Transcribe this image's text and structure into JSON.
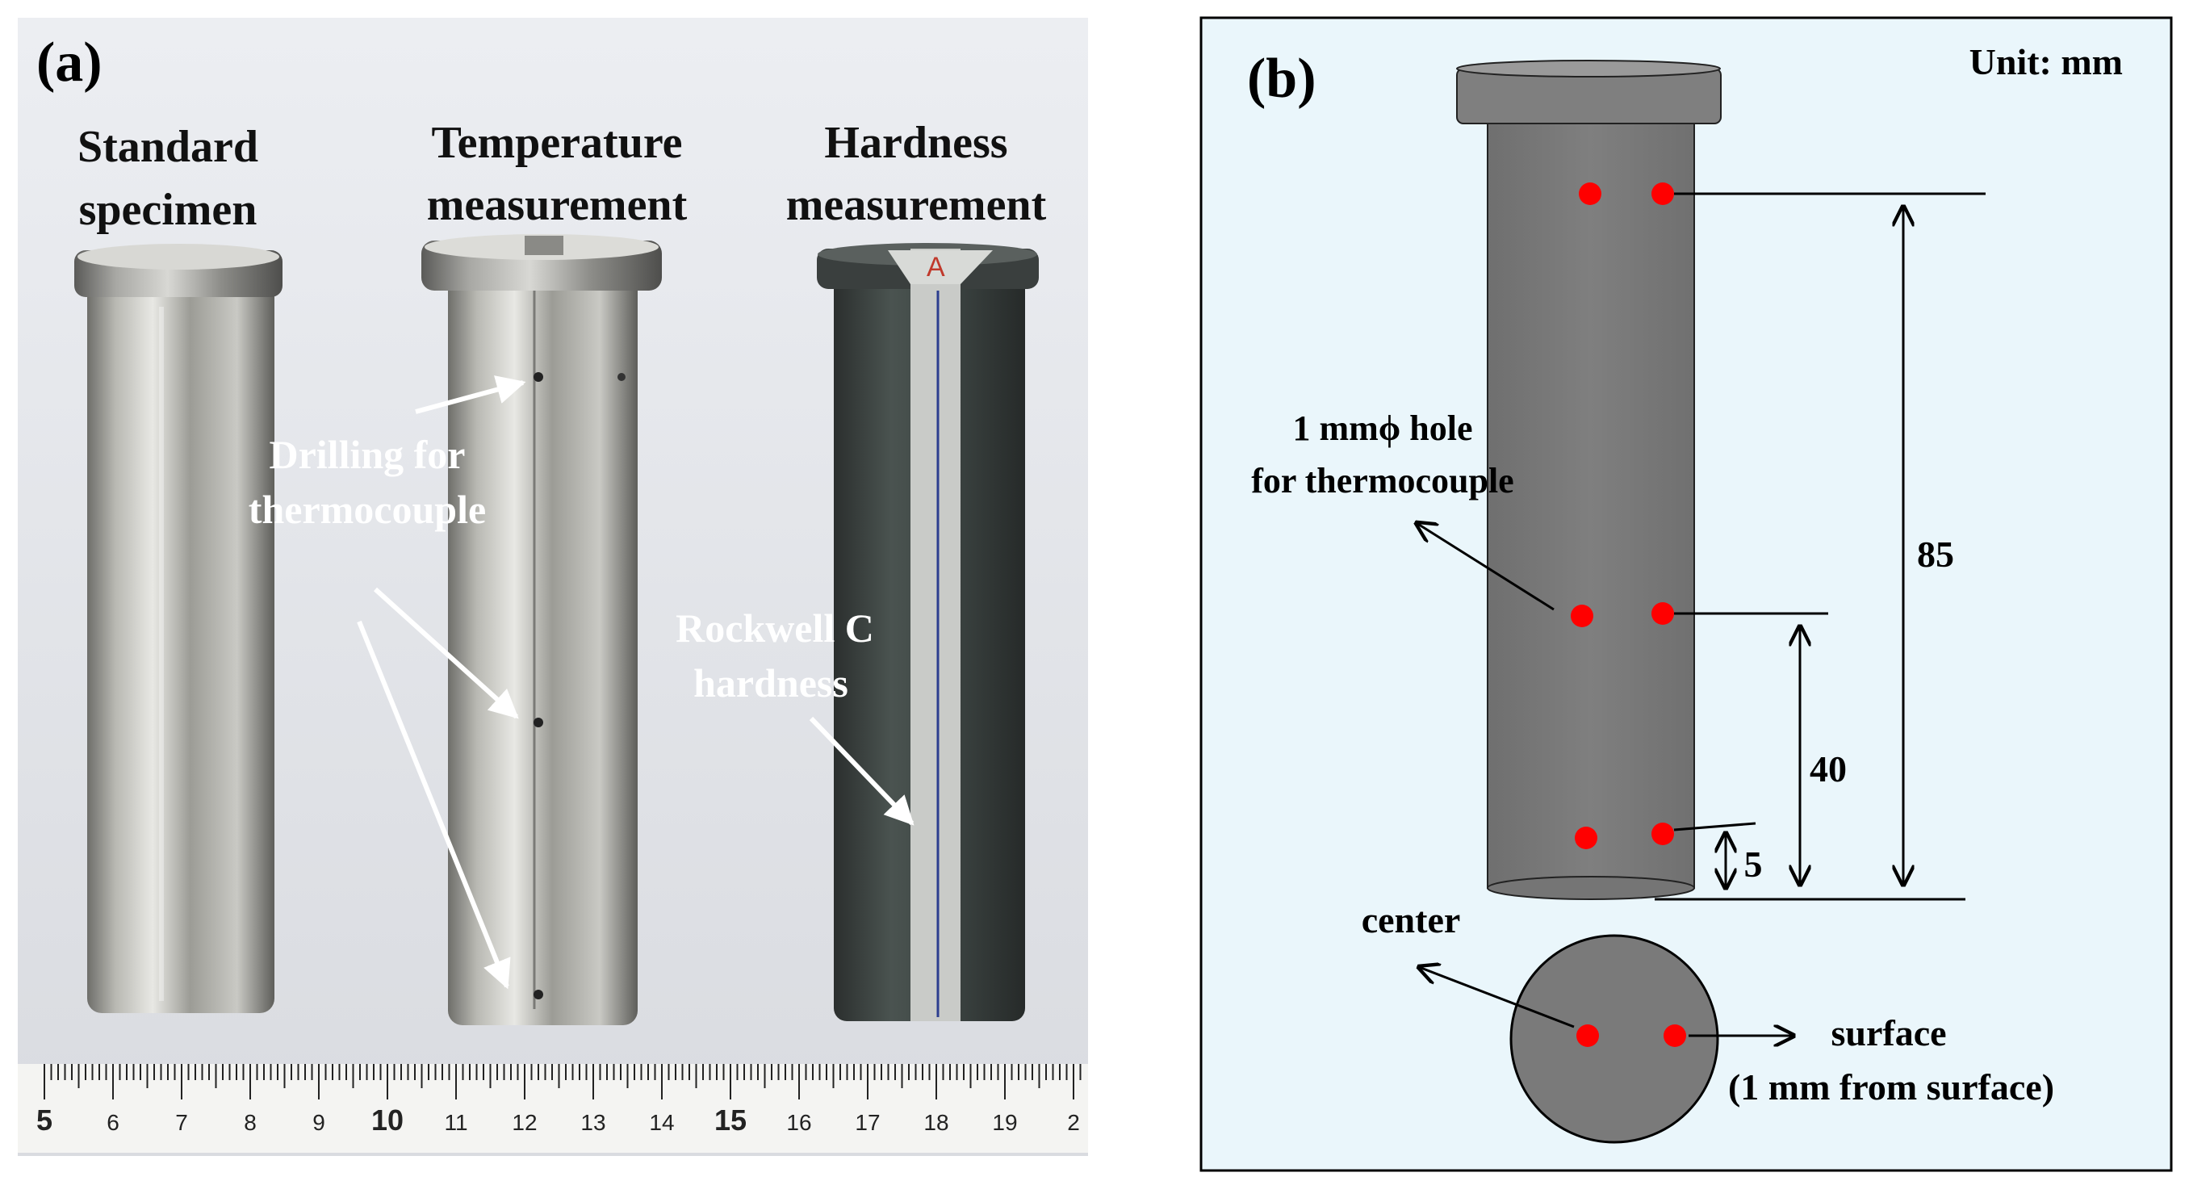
{
  "panel_a": {
    "tag": "(a)",
    "specimens": [
      {
        "line1": "Standard",
        "line2": "specimen"
      },
      {
        "line1": "Temperature",
        "line2": "measurement"
      },
      {
        "line1": "Hardness",
        "line2": "measurement"
      }
    ],
    "annotations": {
      "drilling_line1": "Drilling for",
      "drilling_line2": "thermocouple",
      "rockwell_line1": "Rockwell C",
      "rockwell_line2": "hardness",
      "stamp": "A"
    },
    "ruler": {
      "numbers": [
        "5",
        "6",
        "7",
        "8",
        "9",
        "10",
        "11",
        "12",
        "13",
        "14",
        "15",
        "16",
        "17",
        "18",
        "19",
        "2"
      ]
    }
  },
  "panel_b": {
    "tag": "(b)",
    "unit": "Unit: mm",
    "hole_line1": "1 mmϕ hole",
    "hole_line2": "for thermocouple",
    "dims": {
      "d85": "85",
      "d40": "40",
      "d5": "5"
    },
    "center_label": "center",
    "surface_line1": "surface",
    "surface_line2": "(1 mm from surface)"
  },
  "colors": {
    "dot": "#ff0000",
    "cylinder": "#7a7a7a",
    "panel_bg": "#eaf6fb",
    "photo_bg": "#e2e4e8"
  }
}
